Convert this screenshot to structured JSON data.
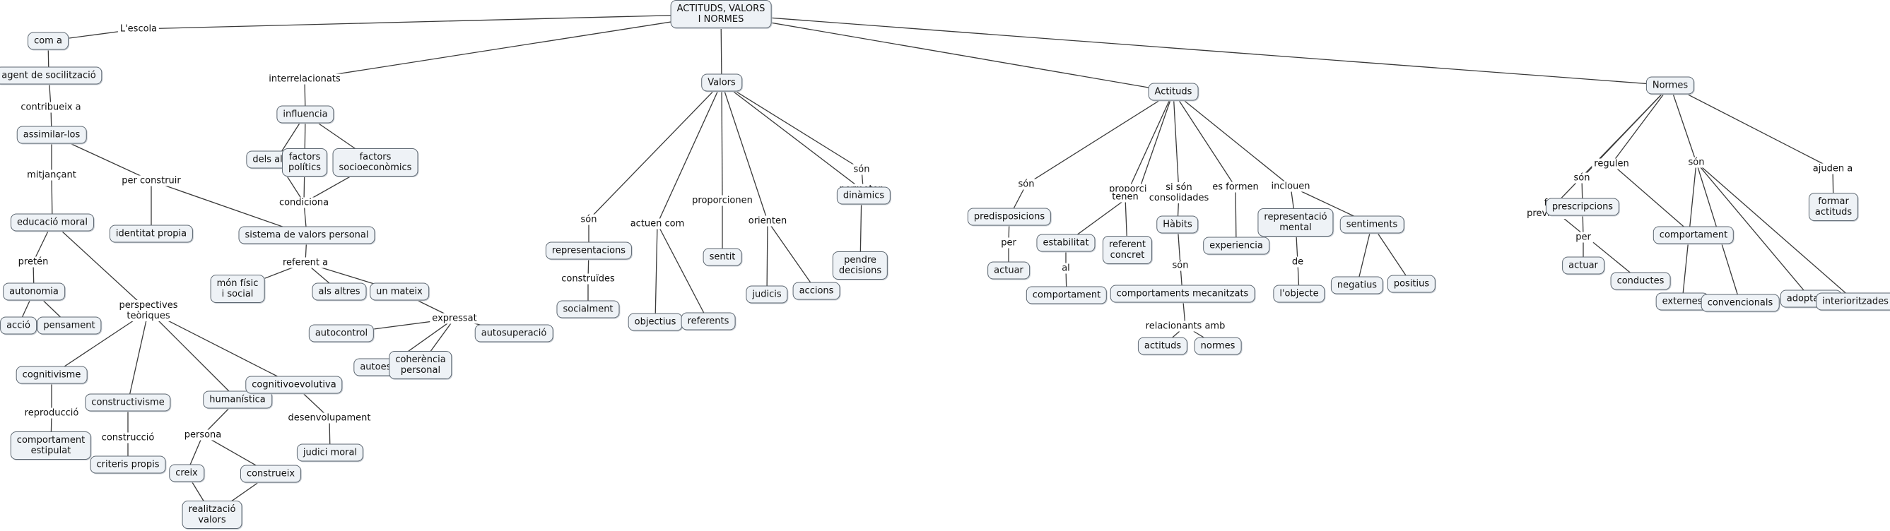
{
  "concepts": {
    "root": "ACTITUDS, VALORS\nI NORMES",
    "com_a": "com a",
    "agent": "agent de socilització",
    "assimilar": "assimilar-los",
    "educacio": "educació moral",
    "autonomia": "autonomia",
    "accio": "acció",
    "pensament": "pensament",
    "identitat": "identitat propia",
    "cognitivisme": "cognitivisme",
    "comp_estipulat": "comportament\nestipulat",
    "constructivisme": "constructivisme",
    "criteris": "criteris propis",
    "humanistica": "humanística",
    "creix": "creix",
    "construeix": "construeix",
    "realitzacio": "realització\nvalors",
    "cognitivoevolutiva": "cognitivoevolutiva",
    "judici_moral": "judici moral",
    "influencia": "influencia",
    "dels_altres": "dels altres",
    "politics": "factors\npolítics",
    "socioeconomics": "factors\nsocioeconòmics",
    "sistema": "sistema de valors personal",
    "mon_fisic": "món físic\ni social",
    "als_altres": "als altres",
    "un_mateix": "un mateix",
    "autocontrol": "autocontrol",
    "autoestima": "autoestima",
    "coherencia": "coherència\npersonal",
    "autosuperacio": "autosuperació",
    "valors": "Valors",
    "representacions": "representacions",
    "socialment": "socialment",
    "objectius": "objectius",
    "referents": "referents",
    "sentit": "sentit",
    "judicis": "judicis",
    "accions": "accions",
    "pendre": "pendre\ndecisions",
    "dinamics": "dinàmics",
    "actituds": "Actituds",
    "predisposicions": "predisposicions",
    "actuar1": "actuar",
    "estabilitat": "estabilitat",
    "comportament1": "comportament",
    "referent_concret": "referent\nconcret",
    "habits": "Hàbits",
    "comp_mecanitzats": "comportaments mecanitzats",
    "actituds_small": "actituds",
    "normes_small": "normes",
    "experiencia": "experiencia",
    "rep_mental": "representació\nmental",
    "lobjecte": "l'objecte",
    "sentiments": "sentiments",
    "negatius": "negatius",
    "positius": "positius",
    "normes": "Normes",
    "prescripcions": "prescripcions",
    "actuar2": "actuar",
    "conductes": "conductes",
    "comportament2": "comportament",
    "externes": "externes",
    "convencionals": "convencionals",
    "adoptades": "adoptades",
    "interioritzades": "interioritzades",
    "formar_actituds": "formar\nactituds"
  },
  "links": {
    "lescola": "L'escola",
    "contribueix": "contribueix a",
    "mitjancant": "mitjançant",
    "per_construir": "per construir",
    "preten": "pretén",
    "perspectives": "perspectives\nteòriques",
    "reproduccio": "reproducció",
    "construccio": "construcció",
    "persona": "persona",
    "desenvolupament": "desenvolupament",
    "interrelacionats": "interrelacionats",
    "condiciona": "condiciona",
    "referent_a": "referent a",
    "expressat": "expressat",
    "son_valors": "són",
    "construides": "construïdes",
    "actuen_com": "actuen com",
    "proporcionen_v": "proporcionen",
    "orienten": "orienten",
    "permeten": "permeten",
    "son_dinamics": "són",
    "son_actituds": "són",
    "per_pred": "per",
    "proporcionen_a": "proporcionen",
    "al": "al",
    "tenen": "tenen",
    "si_son": "si són\nconsolidades",
    "son_habits": "són",
    "relacionants": "relacionants amb",
    "es_formen": "es formen",
    "inclouen": "inclouen",
    "de": "de",
    "son_normes1": "són",
    "per_presc": "per",
    "fan_previsibles": "fan\nprevisibles",
    "regulen": "regulen",
    "son_normes2": "són",
    "ajuden_a": "ajuden a"
  }
}
